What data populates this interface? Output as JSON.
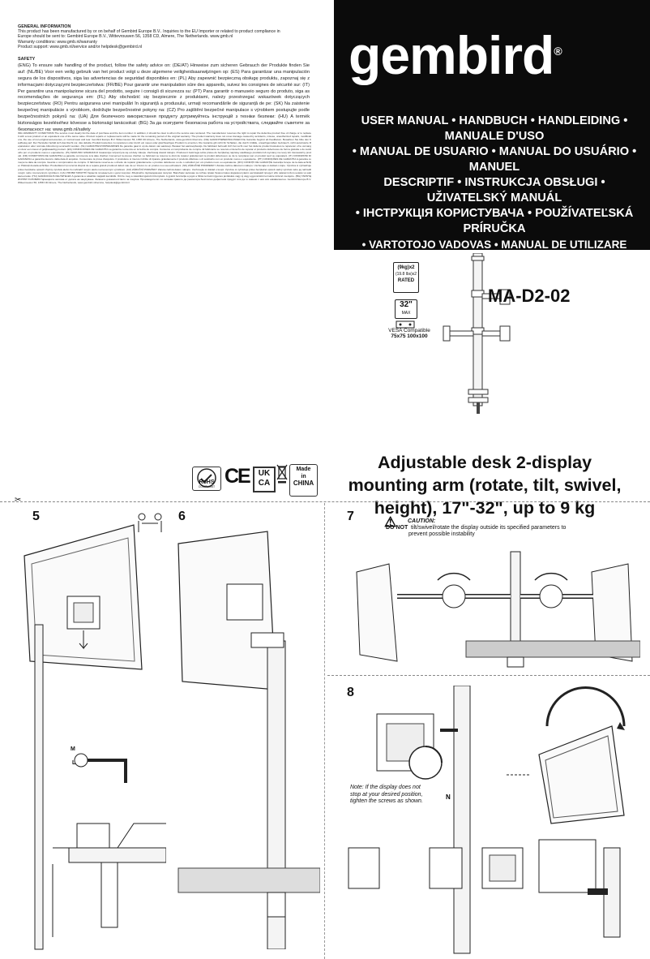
{
  "general": {
    "heading": "GENERAL INFORMATION",
    "lines": [
      "This product has been manufactured by or on behalf of Gembird Europe B.V.. Inquiries to the EU Importer or related to product compliance in",
      "Europe should be sent to: Gembird Europe B.V., Wittevrouwen 56, 1358 CD, Almere, The Netherlands. www.gmb.nl",
      "Warranty conditions: www.gmb.nl/warranty",
      "Product support: www.gmb.nl/service and/or helpdesk@gembird.nl"
    ]
  },
  "safety": {
    "heading": "SAFETY",
    "text": "(ENG) To ensure safe handling of the product, follow the safety advice on: (DE/AT) Hinweise zum sicheren Gebrauch der Produkte finden Sie auf: (NL/BE) Voor een veilig gebruik van het product volgt u deze algemene veiligheidsaanwijzingen op: (ES) Para garantizar una manipulación segura de los dispositivos, siga las advertencias de seguridad disponibles en: (PL) Aby zapewnić bezpieczną obsługę produktu, zapoznaj się z informacjami dotyczącymi bezpieczeństwa: (FR/BE) Pour garantir une manipulation sûre des appareils, suivez les consignes de sécurité sur: (IT) Per garantire una manipolazione sicura del prodotto, seguire i consigli di sicurezza su: (PT) Para garantir o manuseio seguro do produto, siga as recomendações de segurança em: (FL) Aby obchodzić się bezpiecznie z produktami, należy przestrzegać wskazówek dotyczących bezpieczeństwa: (RO) Pentru asigurarea unei manipulări în siguranță a produsului, urmați recomandările de siguranță de pe: (SK) Na zaistenie bezpečnej manipulácie s výrobkom, dodržujte bezpečnostné pokyny na: (CZ) Pro zajištění bezpečné manipulace s výrobkem postupujte podle bezpečnostních pokynů na: (UA) Для безпечного використання продукту дотримуйтесь інструкцій з техніки безпеки: (HU) A termék biztonságos kezeléséhez kövesse a biztonsági tanácsokat: (BG) За да осигурите безопасна работа на устройствата, следвайте съветите за безопасност на: www.gmb.nl/safety"
  },
  "warranty_text": "IMG WARRANTY CONDITIONS The service must clearly list the date of purchase and the item number. In addition, it should be clear to whom the service was rendered. The manufacturer reserves the right to repair the defective product free of charge or to replace it with a new product or an equivalent one of the same value. Product repairs or replacements will be made for the remaining period of the original warranty. The product warranty does not cover damage caused by accidents, misuse, unauthorized repairs, modifications, the use of non-original accessories, or normal wear and tear. Gembird Europe B.V. Wittevrouwen 56, 1358 CD Almere, The Netherlands, www.gembird.nl/service. (DE) GARANTIEBEDINGUNGEN Die Garantie beginnt ab Kaufdatum. Bewahren Sie bitte den Kaufbeleg auf. Der Hersteller behält sich das Recht vor, das defekte Produkt kostenlos zu reparieren oder durch ein neues oder gleichwertiges Produkt zu ersetzen. Die Garantie gilt nicht für Schäden, die durch Unfälle, unsachgemäßen Gebrauch, nicht autorisierte Reparaturen oder normale Abnutzung verursacht wurden. (NL) GARANTIEVOORWAARDEN De garantie gaat in op de datum van aankoop. Bewaar het aankoopbewijs. De fabrikant behoudt zich het recht voor het defecte product kosteloos te repareren of te vervangen door een nieuw of gelijkwaardig product. (ES) CONDICIONES DE GARANTÍA La garantía comienza en la fecha de compra. Conserve el comprobante de compra. El fabricante se reserva el derecho de reparar el producto defectuoso de forma gratuita o de sustituirlo por un producto nuevo o equivalente. (PL) WARUNKI GWARANCJI Gwarancja rozpoczyna się od daty zakupu. Zachowaj dowód zakupu. Producent zastrzega sobie prawo do bezpłatnej naprawy wadliwego produktu lub wymiany na nowy lub równoważny produkt. (FR) CONDITIONS DE GARANTIE La garantie commence à la date d'achat. Conservez la preuve d'achat. Le fabricant se réserve le droit de réparer gratuitement le produit défectueux ou de le remplacer par un produit neuf ou équivalent. (IT) CONDIZIONI DI GARANZIA La garanzia decorre dalla data di acquisto. Conservare la prova d'acquisto. Il produttore si riserva il diritto di riparare gratuitamente il prodotto difettoso o di sostituirlo con un prodotto nuovo o equivalente. (PT) CONDIÇÕES DE GARANTIA A garantia começa na data da compra. Guarde o comprovativo de compra. O fabricante reserva-se o direito de reparar gratuitamente o produto defeituoso ou de o substituir por um produto novo ou equivalente. (RO) CONDIȚII DE GARANȚIE Garanția începe de la data achiziției. Păstrați dovada achiziției. Producătorul își rezervă dreptul de a repara gratuit produsul defect sau de a-l înlocui cu un produs nou sau echivalent. (SK) ZÁRUČNÉ PODMIENKY Záruka začína dátumom nákupu. Uschovajte si doklad o kúpe. Výrobca si vyhradzuje právo bezplatne opraviť chybný výrobok alebo ho nahradiť novým alebo rovnocenným výrobkom. (CZ) ZÁRUČNÍ PODMÍNKY Záruka začíná datem nákupu. Uschovejte si doklad o koupi. Výrobce si vyhrazuje právo bezplatně opravit vadný výrobek nebo jej nahradit novým nebo rovnocenným výrobkem. (UA) УМОВИ ГАРАНТІЇ Гарантія починається з дати покупки. Зберігайте підтвердження покупки. Виробник залишає за собою право безкоштовно відремонтувати несправний продукт або замінити його новим чи еквівалентним. (HU) GARANCIÁLIS FELTÉTELEK A garancia a vásárlás napjától kezdődik. Őrizze meg a vásárlást igazoló bizonylatot. A gyártó fenntartja a jogot a hibás termék ingyenes javítására vagy új vagy egyenértékű termékre történő cseréjére. (BG) ГАРАНЦИОННИ УСЛОВИЯ Гаранцията започва от датата на закупуване. Запазете доказателството за покупка. Производителят си запазва правото да ремонтира безплатно дефектния продукт или да го замени с нов или еквивалентен. Gembird Europe B.V. Wittevrouwen 56, 1358 CD Almere, The Netherlands, www.gembird.nl/service, helpdesk@gembird.nl",
  "certs": {
    "rohs": "RoHS",
    "rohs_sub": "COMPLIANT",
    "ce": "CE",
    "ukca_top": "UK",
    "ukca_bottom": "CA",
    "made1": "Made",
    "made2": "in",
    "made3": "CHINA"
  },
  "brand": {
    "logo": "gembird",
    "reg": "®"
  },
  "manual_titles": [
    "USER MANUAL • HANDBUCH • HANDLEIDING • MANUALE D'USO",
    "• MANUAL DE USUARIO • MANUAL DO USUÁRIO • MANUEL",
    "DESCRIPTIF • INSTRUKCJA OBSŁUGI • UŽIVATELSKÝ MANUÁL",
    "• ІНСТРУКЦІЯ КОРИСТУВАЧА • POUŽÍVATEĽSKÁ PRÍRUČKA",
    "• VARTOTOJO VADOVAS • MANUAL DE UTILIZARE"
  ],
  "specs": {
    "weight1": "(9kg)x2",
    "weight2": "(19.8 lbs)x2",
    "weight3": "RATED",
    "size": "32\"",
    "size_sub": "MAX",
    "vesa1": "VESA Compatible",
    "vesa2": "75x75 100x100"
  },
  "model": "MA-D2-02",
  "title_lines": [
    "Adjustable desk 2-display",
    "mounting arm (rotate, tilt, swivel,",
    "height), 17\"-32\", up to 9 kg"
  ],
  "steps": {
    "s5": "5",
    "s6": "6",
    "s7": "7",
    "s8": "8"
  },
  "labels": {
    "m": "M",
    "l": "L",
    "n": "N"
  },
  "caution": {
    "label": "CAUTION:",
    "do_not": "DO NOT",
    "text1": "tilt/swivel/rotate the display outside its specified parameters to",
    "text2": "prevent possible instability"
  },
  "note": {
    "lines": [
      "Note: If the display does not",
      "stop at your desired position,",
      "tighten the screws as shown."
    ]
  },
  "colors": {
    "header_bg": "#0b0b0b",
    "brand_text": "#ffffff"
  }
}
